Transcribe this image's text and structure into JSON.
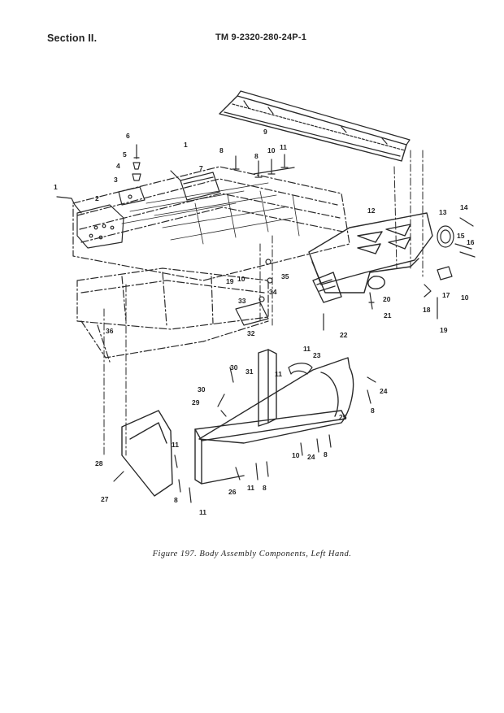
{
  "header": {
    "section": "Section II.",
    "manual": "TM 9-2320-280-24P-1"
  },
  "figure": {
    "caption": "Figure 197. Body Assembly Components, Left Hand."
  },
  "callouts": {
    "c1a": "1",
    "c2": "2",
    "c3": "3",
    "c4": "4",
    "c5": "5",
    "c6": "6",
    "c1b": "1",
    "c7": "7",
    "c8a": "8",
    "c9": "9",
    "c8b": "8",
    "c10a": "10",
    "c11a": "11",
    "c12": "12",
    "c13": "13",
    "c14": "14",
    "c15": "15",
    "c16": "16",
    "c17": "17",
    "c10b": "10",
    "c18": "18",
    "c19a": "19",
    "c20": "20",
    "c21": "21",
    "c22": "22",
    "c35": "35",
    "c34": "34",
    "c19b": "19",
    "c10c": "10",
    "c33": "33",
    "c32": "32",
    "c36": "36",
    "c11b": "11",
    "c23": "23",
    "c24a": "24",
    "c8c": "8",
    "c25": "25",
    "c30a": "30",
    "c31": "31",
    "c11c": "11",
    "c30b": "30",
    "c29": "29",
    "c11d": "11",
    "c10d": "10",
    "c24b": "24",
    "c8d": "8",
    "c28": "28",
    "c27": "27",
    "c8e": "8",
    "c26": "26",
    "c11e": "11",
    "c8f": "8",
    "c11f": "11"
  }
}
